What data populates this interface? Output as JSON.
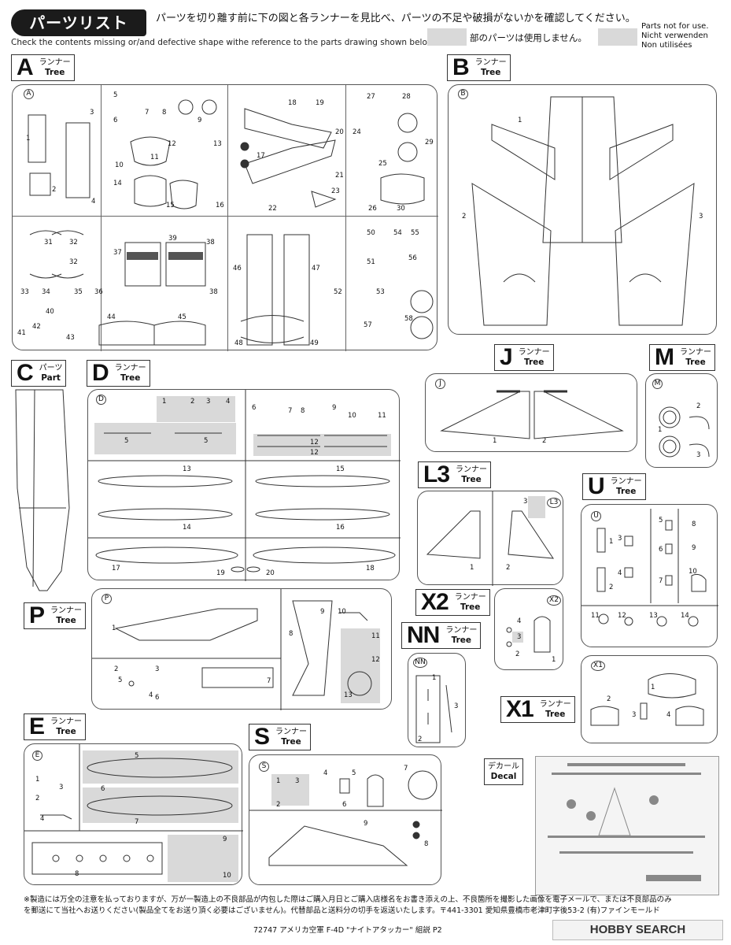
{
  "header": {
    "badge": "パーツリスト",
    "instruction_jp": "パーツを切り離す前に下の図と各ランナーを見比べ、パーツの不足や破損がないかを確認してください。",
    "instruction_en": "Check the contents missing or/and defective shape withe reference to the parts drawing shown below.",
    "unused_jp": "部のパーツは使用しません。",
    "unused_en": [
      "Parts not for use.",
      "Nicht verwenden",
      "Non utilisées"
    ]
  },
  "runners": {
    "A": {
      "letter": "A",
      "jp": "ランナー",
      "en": "Tree",
      "circle": "A",
      "parts": [
        "1",
        "2",
        "3",
        "4",
        "5",
        "6",
        "7",
        "8",
        "9",
        "10",
        "11",
        "12",
        "13",
        "14",
        "15",
        "16",
        "17",
        "18",
        "19",
        "20",
        "21",
        "22",
        "23",
        "24",
        "25",
        "26",
        "27",
        "28",
        "29",
        "30",
        "31",
        "32",
        "32",
        "33",
        "34",
        "35",
        "36",
        "37",
        "38",
        "38",
        "39",
        "40",
        "41",
        "42",
        "43",
        "44",
        "45",
        "46",
        "47",
        "48",
        "49",
        "50",
        "51",
        "52",
        "53",
        "54",
        "55",
        "56",
        "57",
        "58"
      ]
    },
    "B": {
      "letter": "B",
      "jp": "ランナー",
      "en": "Tree",
      "circle": "B",
      "parts": [
        "1",
        "2",
        "3"
      ]
    },
    "C": {
      "letter": "C",
      "jp": "パーツ",
      "en": "Part"
    },
    "D": {
      "letter": "D",
      "jp": "ランナー",
      "en": "Tree",
      "circle": "D",
      "parts": [
        "1",
        "2",
        "3",
        "4",
        "5",
        "5",
        "6",
        "7",
        "8",
        "9",
        "10",
        "11",
        "12",
        "12",
        "13",
        "14",
        "15",
        "16",
        "17",
        "18",
        "19",
        "20"
      ]
    },
    "J": {
      "letter": "J",
      "jp": "ランナー",
      "en": "Tree",
      "circle": "J",
      "parts": [
        "1",
        "2"
      ]
    },
    "M": {
      "letter": "M",
      "jp": "ランナー",
      "en": "Tree",
      "circle": "M",
      "parts": [
        "1",
        "2",
        "3"
      ]
    },
    "L3": {
      "letter": "L3",
      "jp": "ランナー",
      "en": "Tree",
      "circle": "L3",
      "parts": [
        "1",
        "2",
        "3"
      ]
    },
    "U": {
      "letter": "U",
      "jp": "ランナー",
      "en": "Tree",
      "circle": "U",
      "parts": [
        "1",
        "2",
        "3",
        "4",
        "5",
        "6",
        "7",
        "8",
        "9",
        "10",
        "11",
        "12",
        "13",
        "14"
      ]
    },
    "X2": {
      "letter": "X2",
      "jp": "ランナー",
      "en": "Tree",
      "circle": "X2",
      "parts": [
        "1",
        "2",
        "3",
        "4"
      ]
    },
    "NN": {
      "letter": "NN",
      "jp": "ランナー",
      "en": "Tree",
      "circle": "NN",
      "parts": [
        "1",
        "2",
        "3"
      ]
    },
    "P": {
      "letter": "P",
      "jp": "ランナー",
      "en": "Tree",
      "circle": "P",
      "parts": [
        "1",
        "2",
        "3",
        "4",
        "5",
        "6",
        "7",
        "8",
        "9",
        "10",
        "11",
        "12",
        "13"
      ]
    },
    "X1": {
      "letter": "X1",
      "jp": "ランナー",
      "en": "Tree",
      "circle": "X1",
      "parts": [
        "1",
        "2",
        "3",
        "4"
      ]
    },
    "E": {
      "letter": "E",
      "jp": "ランナー",
      "en": "Tree",
      "circle": "E",
      "parts": [
        "1",
        "2",
        "3",
        "4",
        "5",
        "6",
        "7",
        "8",
        "9",
        "10"
      ]
    },
    "S": {
      "letter": "S",
      "jp": "ランナー",
      "en": "Tree",
      "circle": "S",
      "parts": [
        "1",
        "2",
        "3",
        "4",
        "5",
        "6",
        "7",
        "8",
        "9"
      ]
    },
    "Decal": {
      "jp": "デカール",
      "en": "Decal"
    }
  },
  "footer": {
    "note_line1": "※製造には万全の注意を払っておりますが、万が一製造上の不良部品が内包した際はご購入月日とご購入店様名をお書き添えの上、不良箇所を撮影した画像を電子メールで、または不良部品のみ",
    "note_line2": "を郵送にて当社へお送りください(製品全てをお送り頂く必要はございません)。代替部品と送料分の切手を返送いたします。〒441-3301 愛知県豊橋市老津町字後53-2 (有)ファインモールド",
    "credit": "72747  アメリカ空軍 F-4D \"ナイトアタッカー\"  組説 P2",
    "watermark": "HOBBY SEARCH"
  }
}
